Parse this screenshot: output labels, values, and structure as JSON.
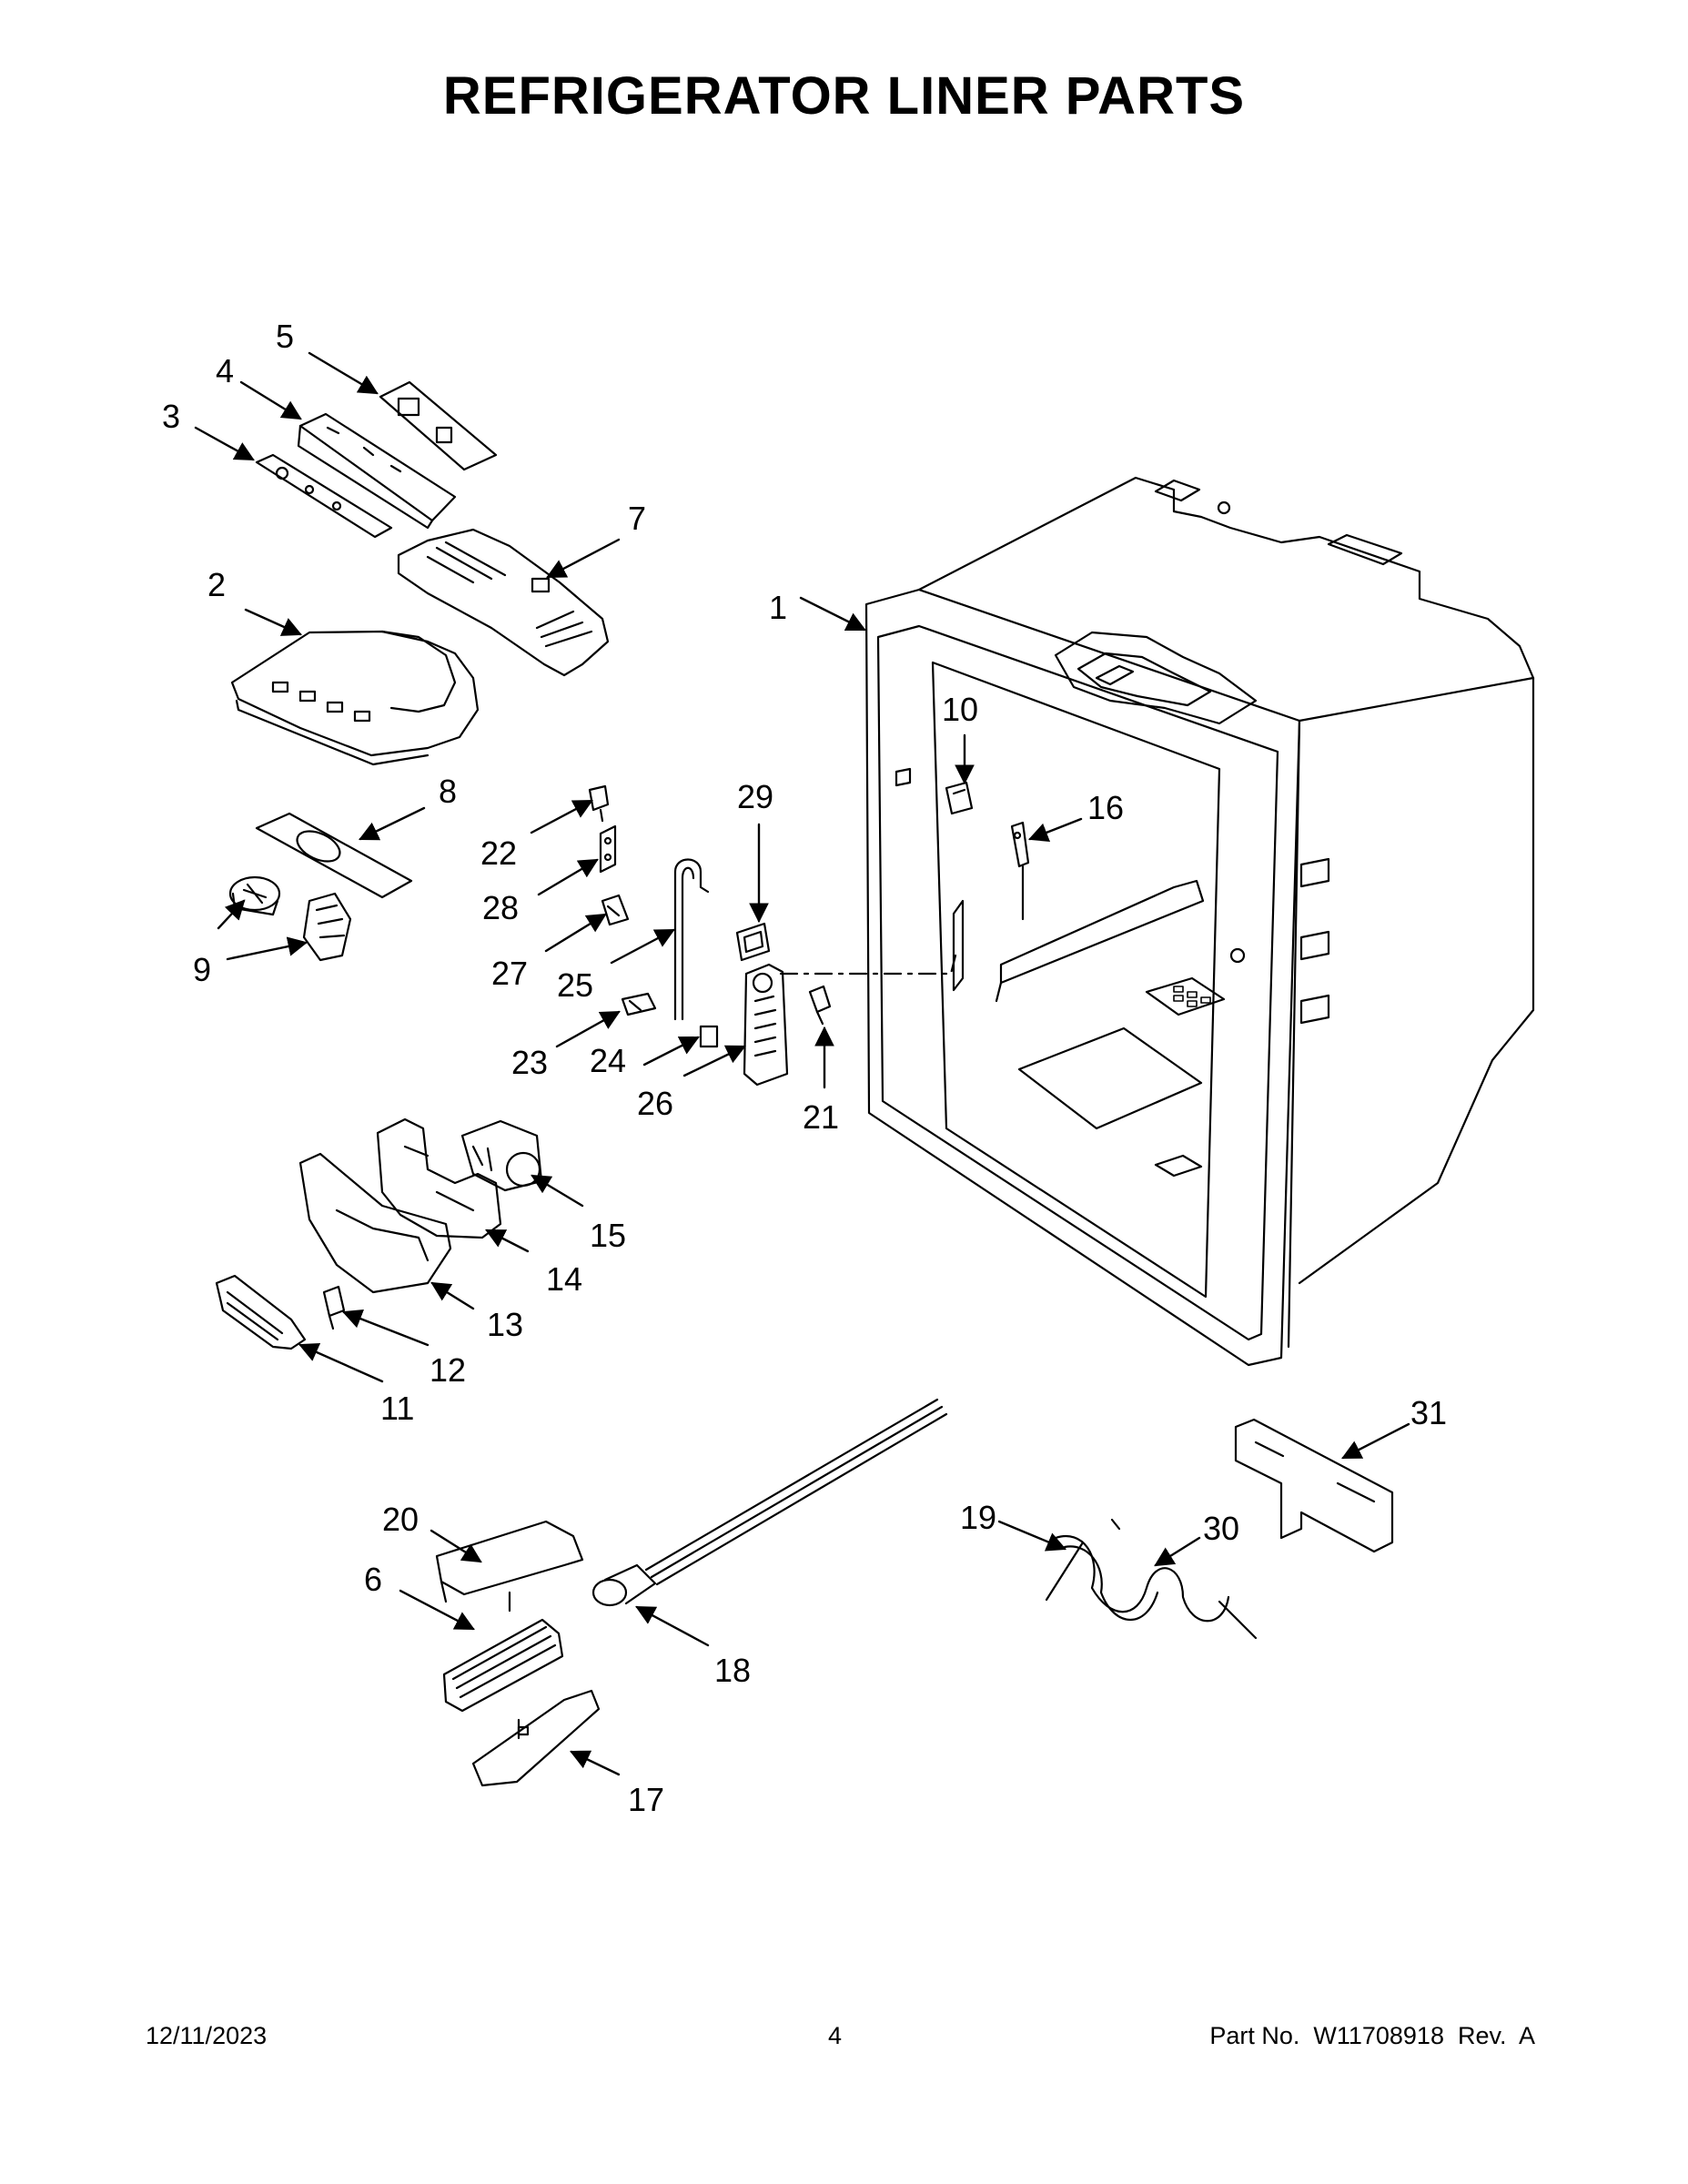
{
  "title": "REFRIGERATOR LINER PARTS",
  "footer": {
    "date": "12/11/2023",
    "page": "4",
    "part_no": "Part No.  W11708918  Rev.  A"
  },
  "callouts": [
    "1",
    "2",
    "3",
    "4",
    "5",
    "6",
    "7",
    "8",
    "9",
    "10",
    "11",
    "12",
    "13",
    "14",
    "15",
    "16",
    "17",
    "18",
    "19",
    "20",
    "21",
    "22",
    "23",
    "24",
    "25",
    "26",
    "27",
    "28",
    "29",
    "30",
    "31"
  ]
}
